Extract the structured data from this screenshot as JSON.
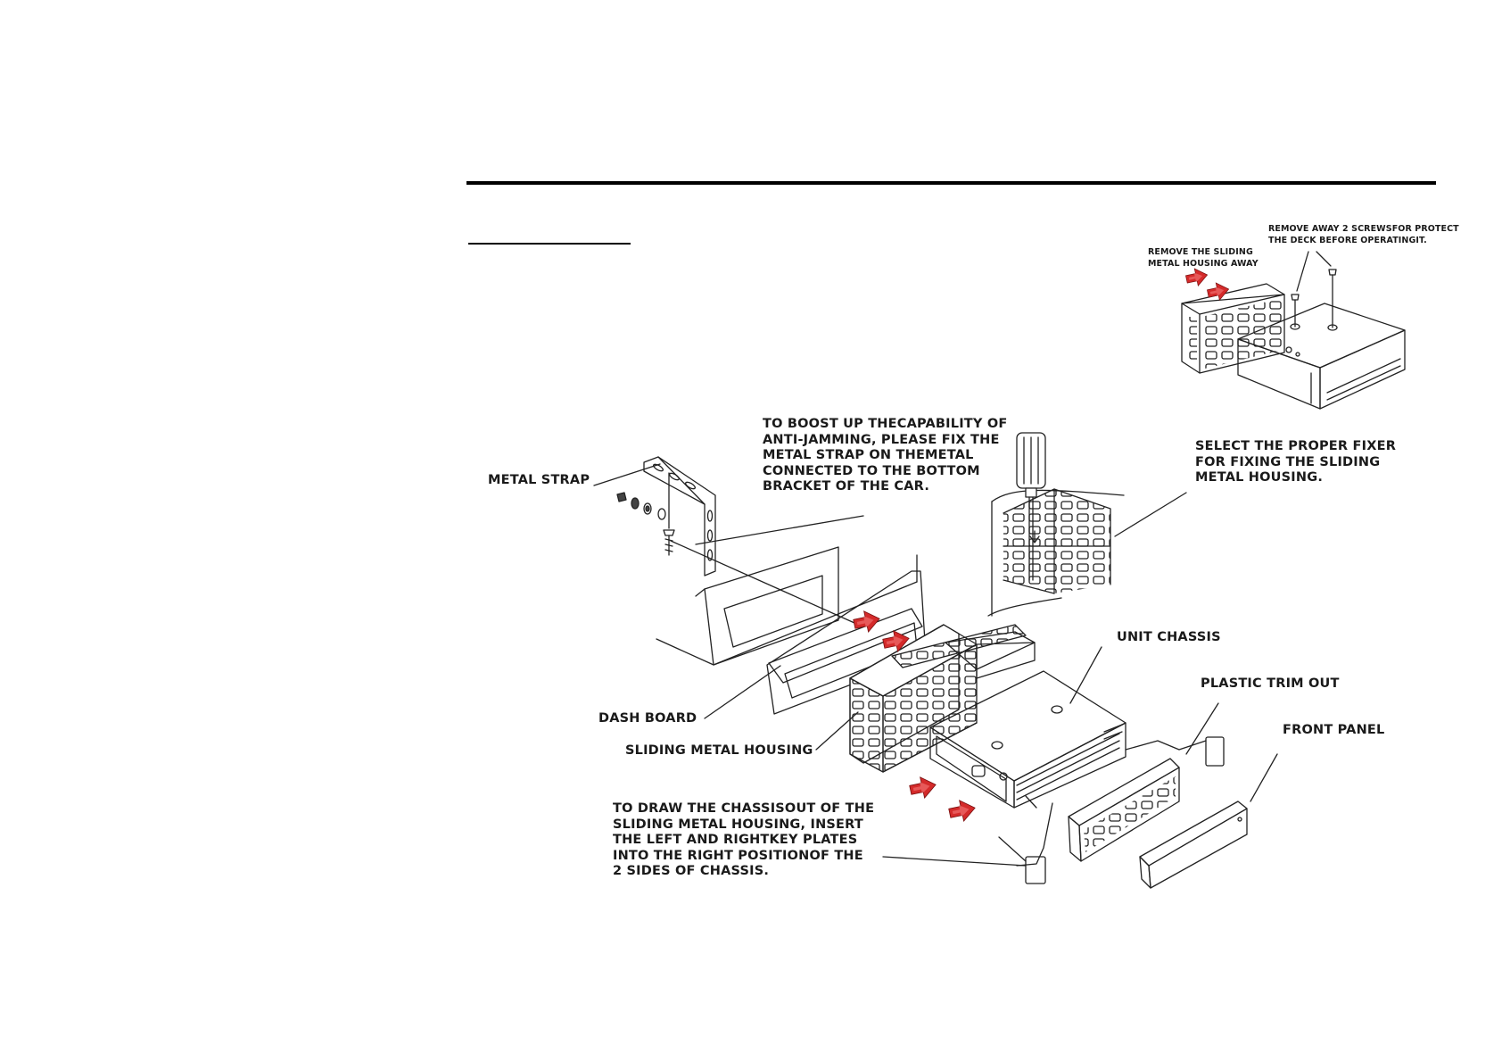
{
  "labels": {
    "inset_screws": "REMOVE AWAY 2 SCREWSFOR PROTECT\nTHE DECK BEFORE OPERATINGIT.",
    "inset_remove": "REMOVE THE SLIDING\nMETAL HOUSING AWAY",
    "anti_jamming": "TO BOOST UP THECAPABILITY OF\nANTI-JAMMING, PLEASE FIX THE\nMETAL STRAP ON THEMETAL\nCONNECTED TO THE BOTTOM\nBRACKET OF THE CAR.",
    "metal_strap": "METAL STRAP",
    "select_fixer": "SELECT THE PROPER FIXER\nFOR FIXING THE SLIDING\nMETAL HOUSING.",
    "unit_chassis": "UNIT CHASSIS",
    "plastic_trim": "PLASTIC TRIM OUT",
    "front_panel": "FRONT PANEL",
    "dash_board": "DASH BOARD",
    "sliding_housing": "SLIDING METAL HOUSING",
    "draw_chassis": "TO DRAW THE CHASSISOUT OF THE\nSLIDING METAL HOUSING, INSERT\nTHE LEFT AND RIGHTKEY PLATES\nINTO THE RIGHT POSITIONOF THE\n2 SIDES OF CHASSIS."
  },
  "colors": {
    "arrow": "#d42a2a",
    "line": "#222222"
  }
}
